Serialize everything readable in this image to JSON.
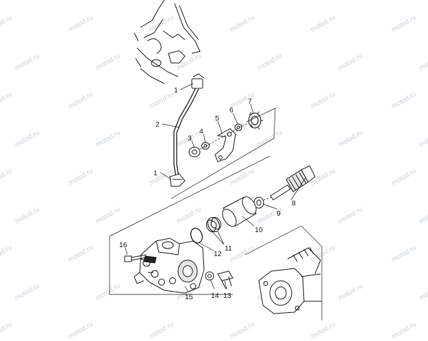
{
  "watermark": "motod.ru",
  "labels": [
    {
      "id": "1a",
      "text": "1"
    },
    {
      "id": "1b",
      "text": "1"
    },
    {
      "id": "2",
      "text": "2"
    },
    {
      "id": "3",
      "text": "3"
    },
    {
      "id": "4",
      "text": "4"
    },
    {
      "id": "5",
      "text": "5"
    },
    {
      "id": "6",
      "text": "6"
    },
    {
      "id": "7",
      "text": "7"
    },
    {
      "id": "8",
      "text": "8"
    },
    {
      "id": "9",
      "text": "9"
    },
    {
      "id": "10",
      "text": "10"
    },
    {
      "id": "11",
      "text": "11"
    },
    {
      "id": "12",
      "text": "12"
    },
    {
      "id": "13",
      "text": "13"
    },
    {
      "id": "14",
      "text": "14"
    },
    {
      "id": "15",
      "text": "15"
    },
    {
      "id": "16",
      "text": "16"
    }
  ]
}
